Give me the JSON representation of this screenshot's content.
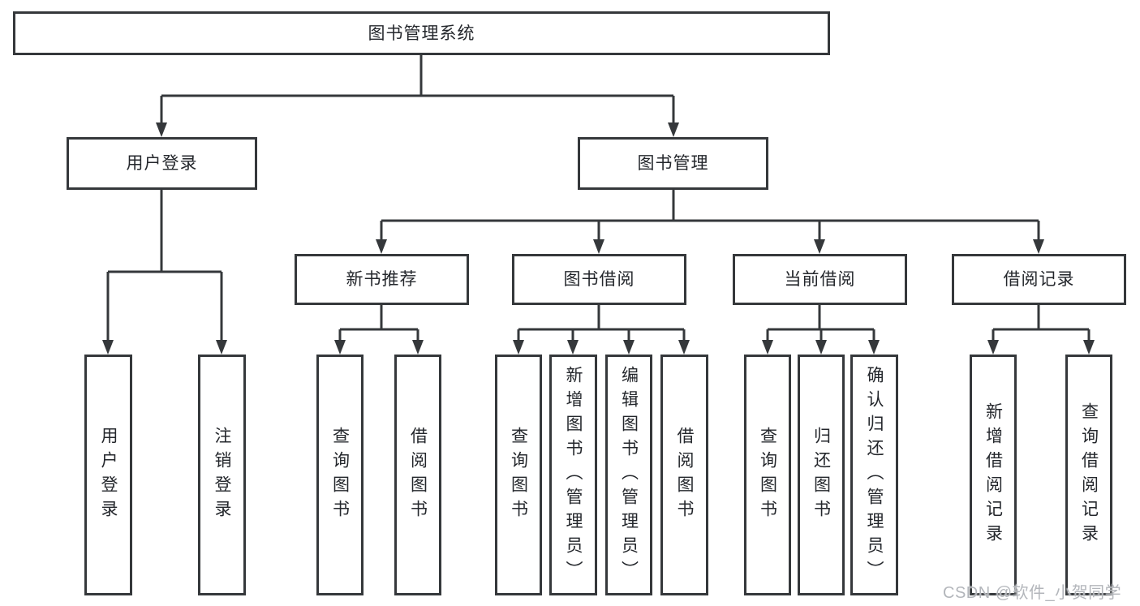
{
  "colors": {
    "line": "#35383b",
    "box_border": "#35383b",
    "box_background": "#ffffff",
    "text": "#24272c",
    "watermark_text": "#b3b6bb",
    "page_background": "#ffffff"
  },
  "tree": {
    "root": {
      "label": "图书管理系统"
    },
    "branches": [
      {
        "label": "用户登录",
        "children": [
          {
            "label": "用户登录"
          },
          {
            "label": "注销登录"
          }
        ]
      },
      {
        "label": "图书管理",
        "children": [
          {
            "label": "新书推荐",
            "children": [
              {
                "label": "查询图书"
              },
              {
                "label": "借阅图书"
              }
            ]
          },
          {
            "label": "图书借阅",
            "children": [
              {
                "label": "查询图书"
              },
              {
                "label": "新增图书（管理员）"
              },
              {
                "label": "编辑图书（管理员）"
              },
              {
                "label": "借阅图书"
              }
            ]
          },
          {
            "label": "当前借阅",
            "children": [
              {
                "label": "查询图书"
              },
              {
                "label": "归还图书"
              },
              {
                "label": "确认归还（管理员）"
              }
            ]
          },
          {
            "label": "借阅记录",
            "children": [
              {
                "label": "新增借阅记录"
              },
              {
                "label": "查询借阅记录"
              }
            ]
          }
        ]
      }
    ]
  },
  "watermark": {
    "text": "CSDN @软件_小贺同学"
  }
}
